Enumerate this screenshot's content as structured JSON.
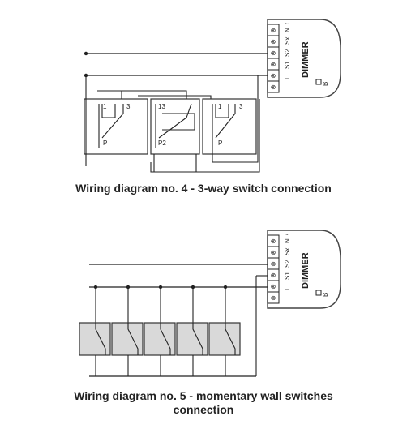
{
  "diagram1": {
    "caption": "Wiring diagram no. 4 - 3-way switch connection",
    "module": {
      "title": "DIMMER",
      "terminals": [
        "N",
        "Sx",
        "S2",
        "S1",
        "L"
      ],
      "b_label": "B"
    },
    "switch_labels": {
      "left_1": "1",
      "left_3": "3",
      "left_p": "P",
      "mid_13": "13",
      "mid_p2": "P2",
      "right_1": "1",
      "right_3": "3",
      "right_p": "P"
    }
  },
  "diagram2": {
    "caption_line1": "Wiring diagram no. 5 - momentary wall switches",
    "caption_line2": "connection",
    "module": {
      "title": "DIMMER",
      "terminals": [
        "N",
        "Sx",
        "S2",
        "S1",
        "L"
      ],
      "b_label": "B"
    }
  }
}
